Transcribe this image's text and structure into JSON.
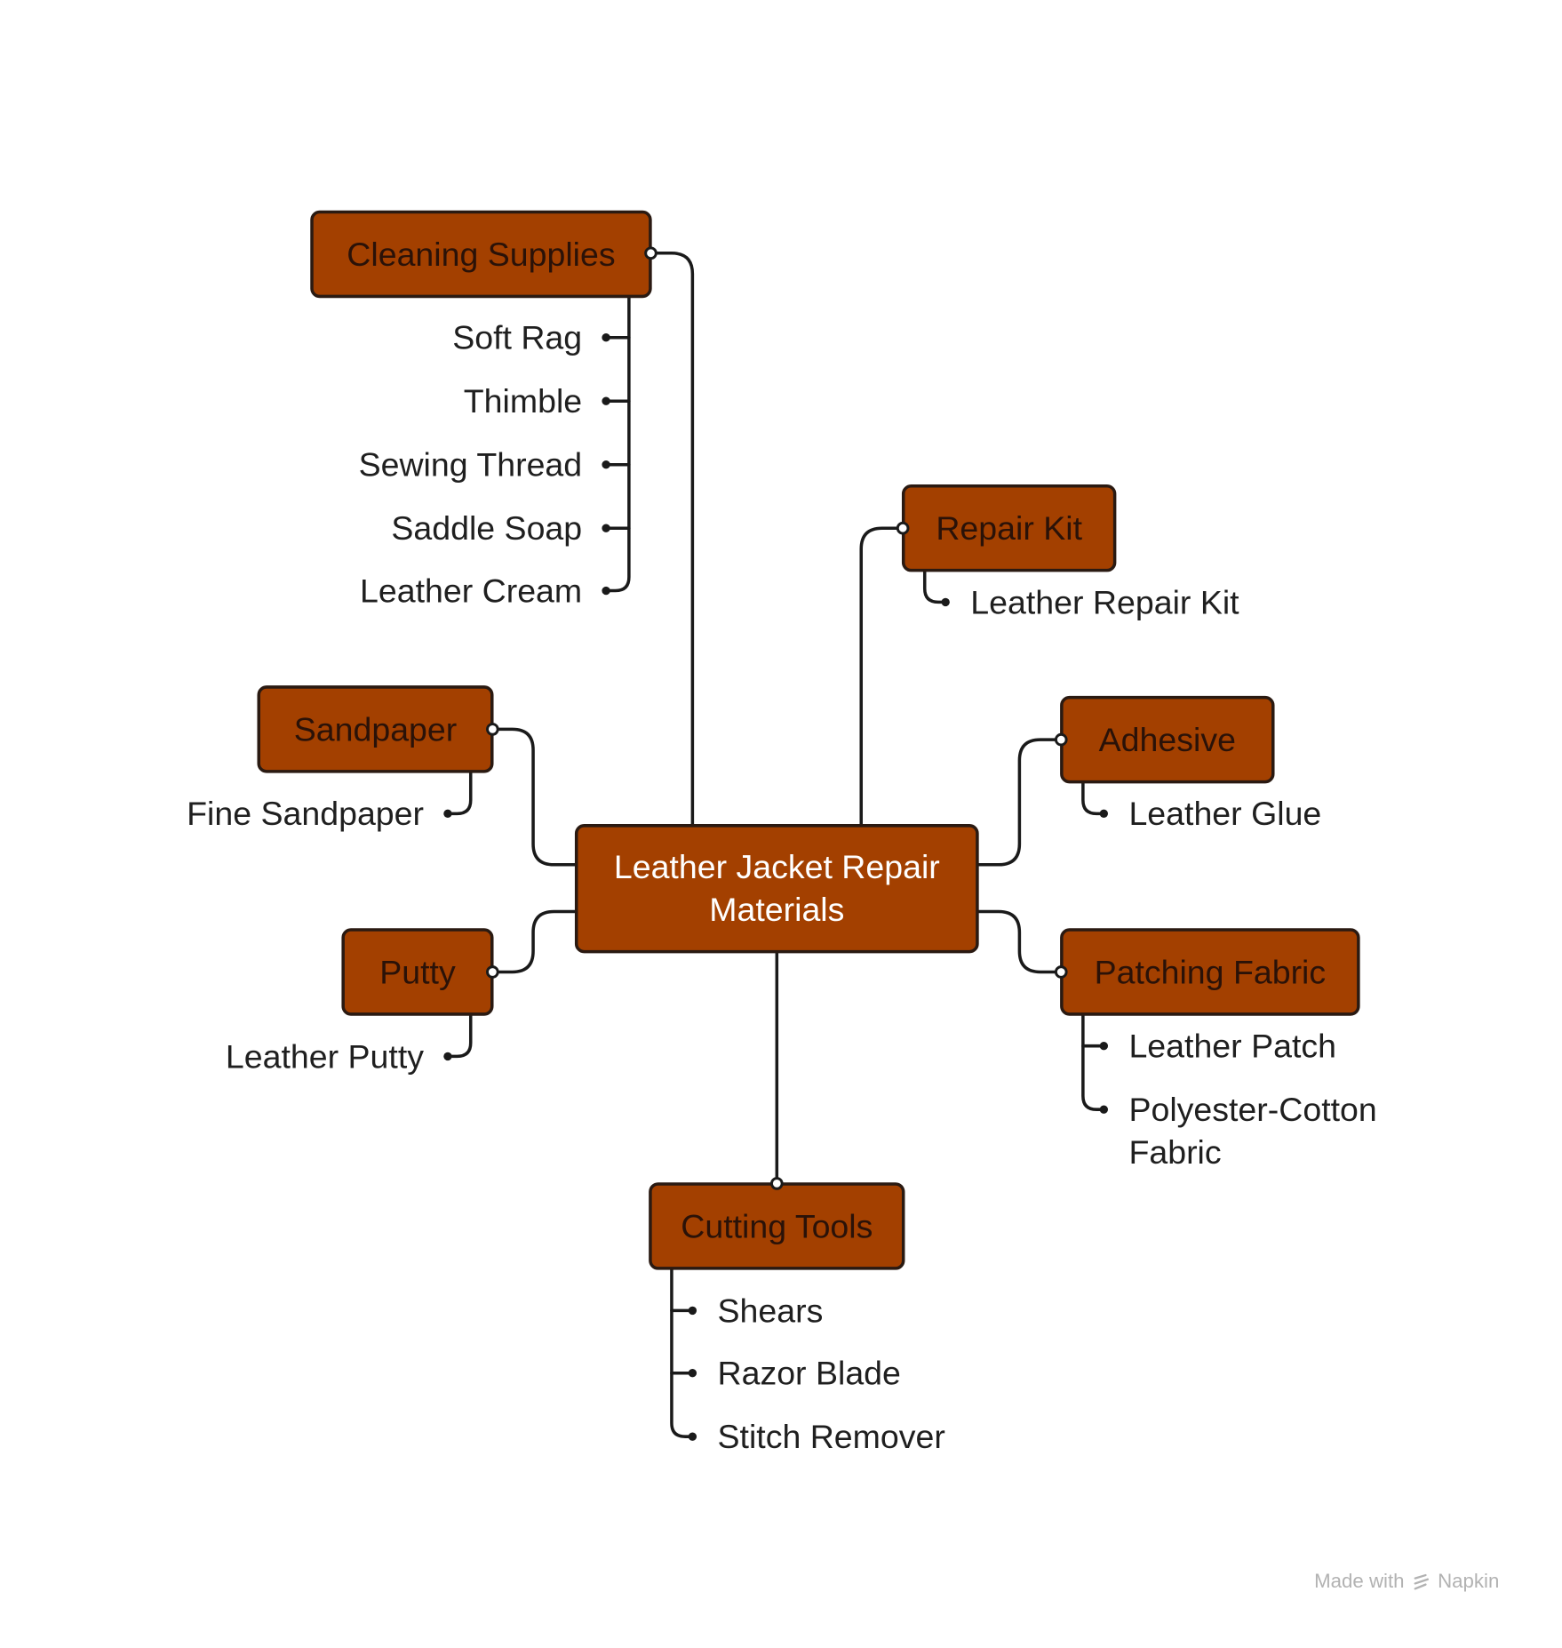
{
  "diagram": {
    "root": "Leather Jacket Repair Materials",
    "branches": {
      "cleaning": {
        "label": "Cleaning Supplies",
        "items": [
          "Soft Rag",
          "Thimble",
          "Sewing Thread",
          "Saddle Soap",
          "Leather Cream"
        ]
      },
      "repair_kit": {
        "label": "Repair Kit",
        "items": [
          "Leather Repair Kit"
        ]
      },
      "sandpaper": {
        "label": "Sandpaper",
        "items": [
          "Fine Sandpaper"
        ]
      },
      "adhesive": {
        "label": "Adhesive",
        "items": [
          "Leather Glue"
        ]
      },
      "putty": {
        "label": "Putty",
        "items": [
          "Leather Putty"
        ]
      },
      "patching": {
        "label": "Patching Fabric",
        "items": [
          "Leather Patch",
          "Polyester-Cotton Fabric"
        ]
      },
      "cutting": {
        "label": "Cutting Tools",
        "items": [
          "Shears",
          "Razor Blade",
          "Stitch Remover"
        ]
      }
    },
    "colors": {
      "node_fill": "#a34000",
      "node_border": "#2a1a12",
      "line": "#1a1a1a",
      "credit": "#b2b2b2"
    }
  },
  "credit": {
    "prefix": "Made with",
    "brand": "Napkin"
  }
}
